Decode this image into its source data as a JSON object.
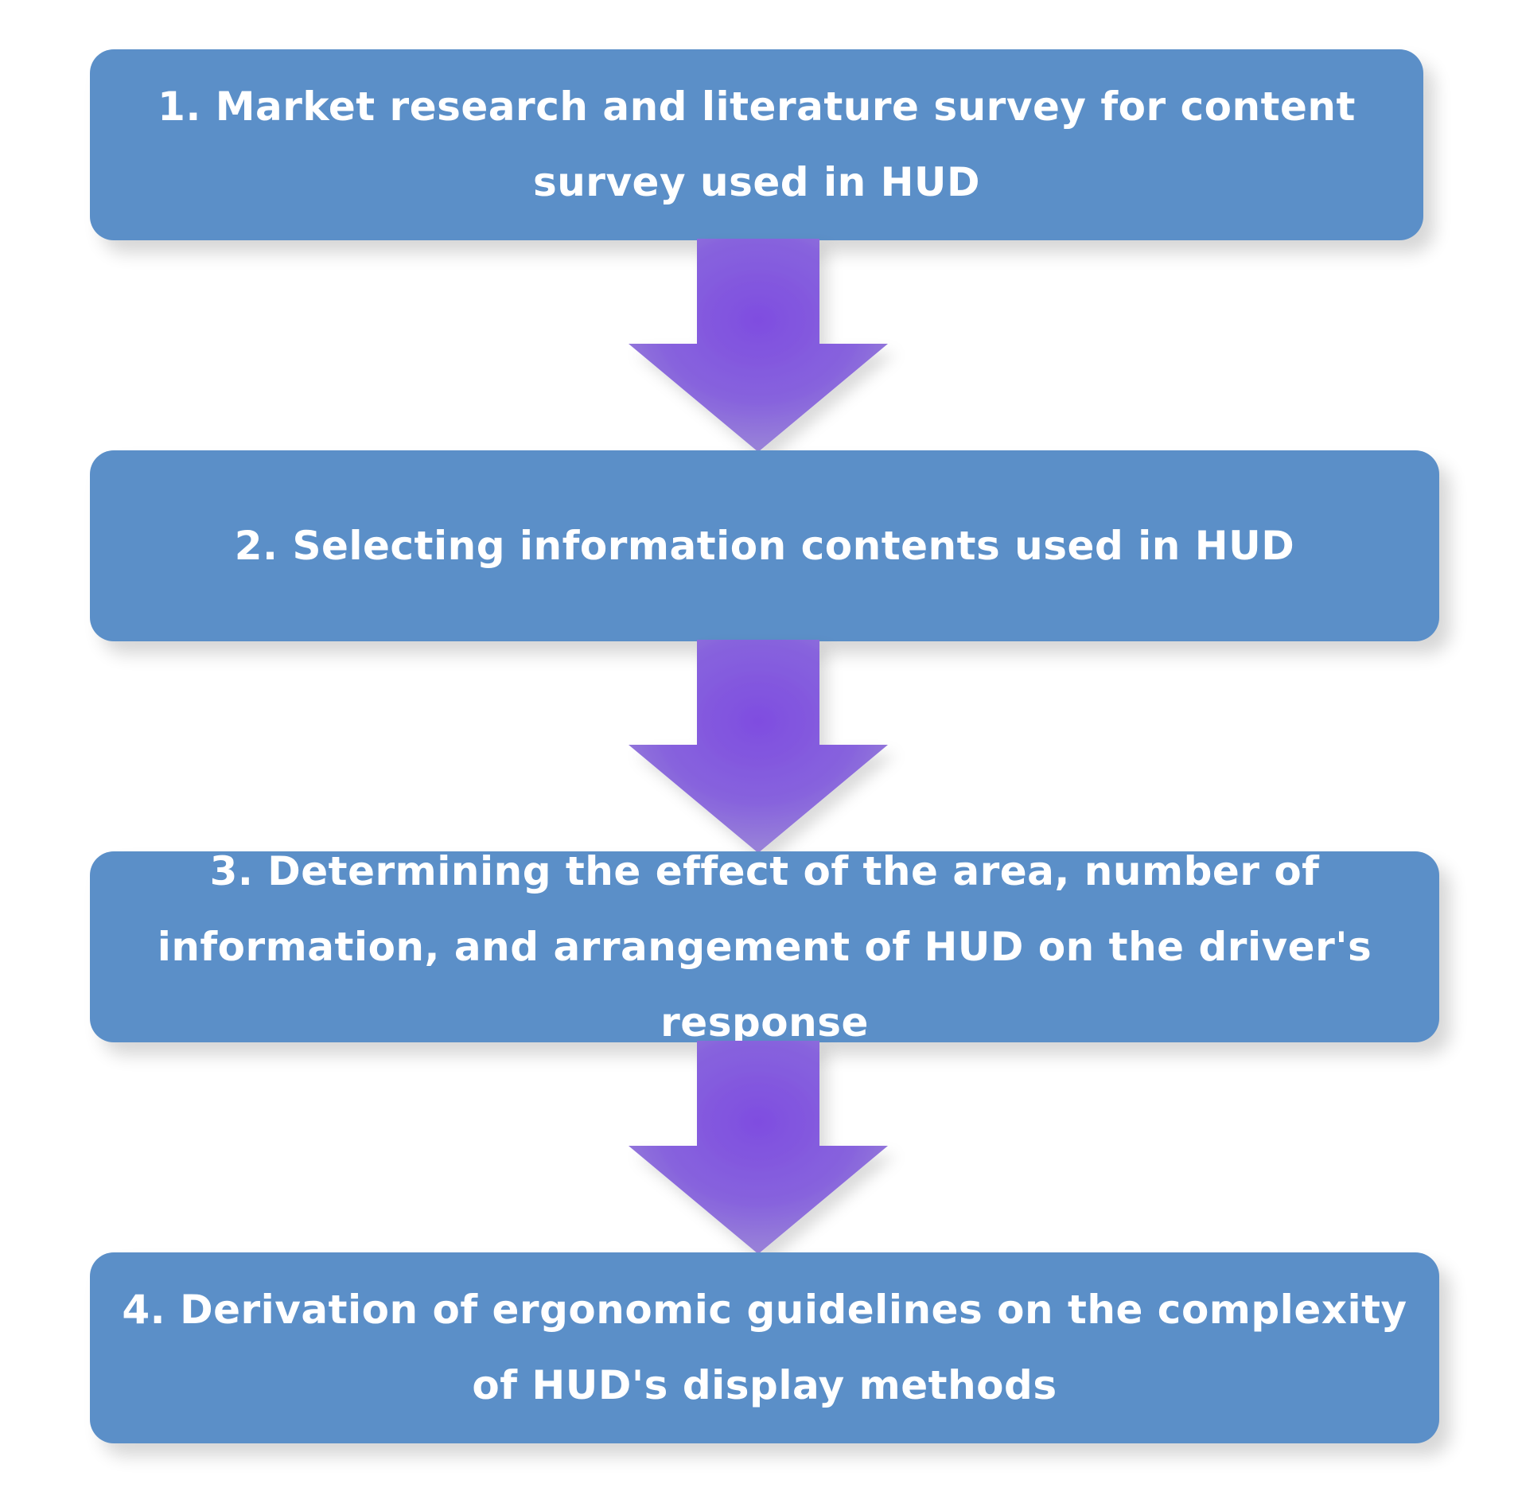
{
  "steps": [
    {
      "label": "1. Market research and literature survey for content survey used in HUD"
    },
    {
      "label": "2. Selecting information contents used in HUD"
    },
    {
      "label": "3. Determining the effect of the area, number of information, and arrangement of HUD on the driver's response"
    },
    {
      "label": "4. Derivation of ergonomic guidelines on the complexity of HUD's display methods"
    }
  ],
  "colors": {
    "box_fill": "#5b8fc8",
    "box_text": "#ffffff",
    "arrow_light": "#9a84dc",
    "arrow_dark": "#7f4de0"
  },
  "arrows": [
    {
      "icon": "arrow-down-icon"
    },
    {
      "icon": "arrow-down-icon"
    },
    {
      "icon": "arrow-down-icon"
    }
  ]
}
